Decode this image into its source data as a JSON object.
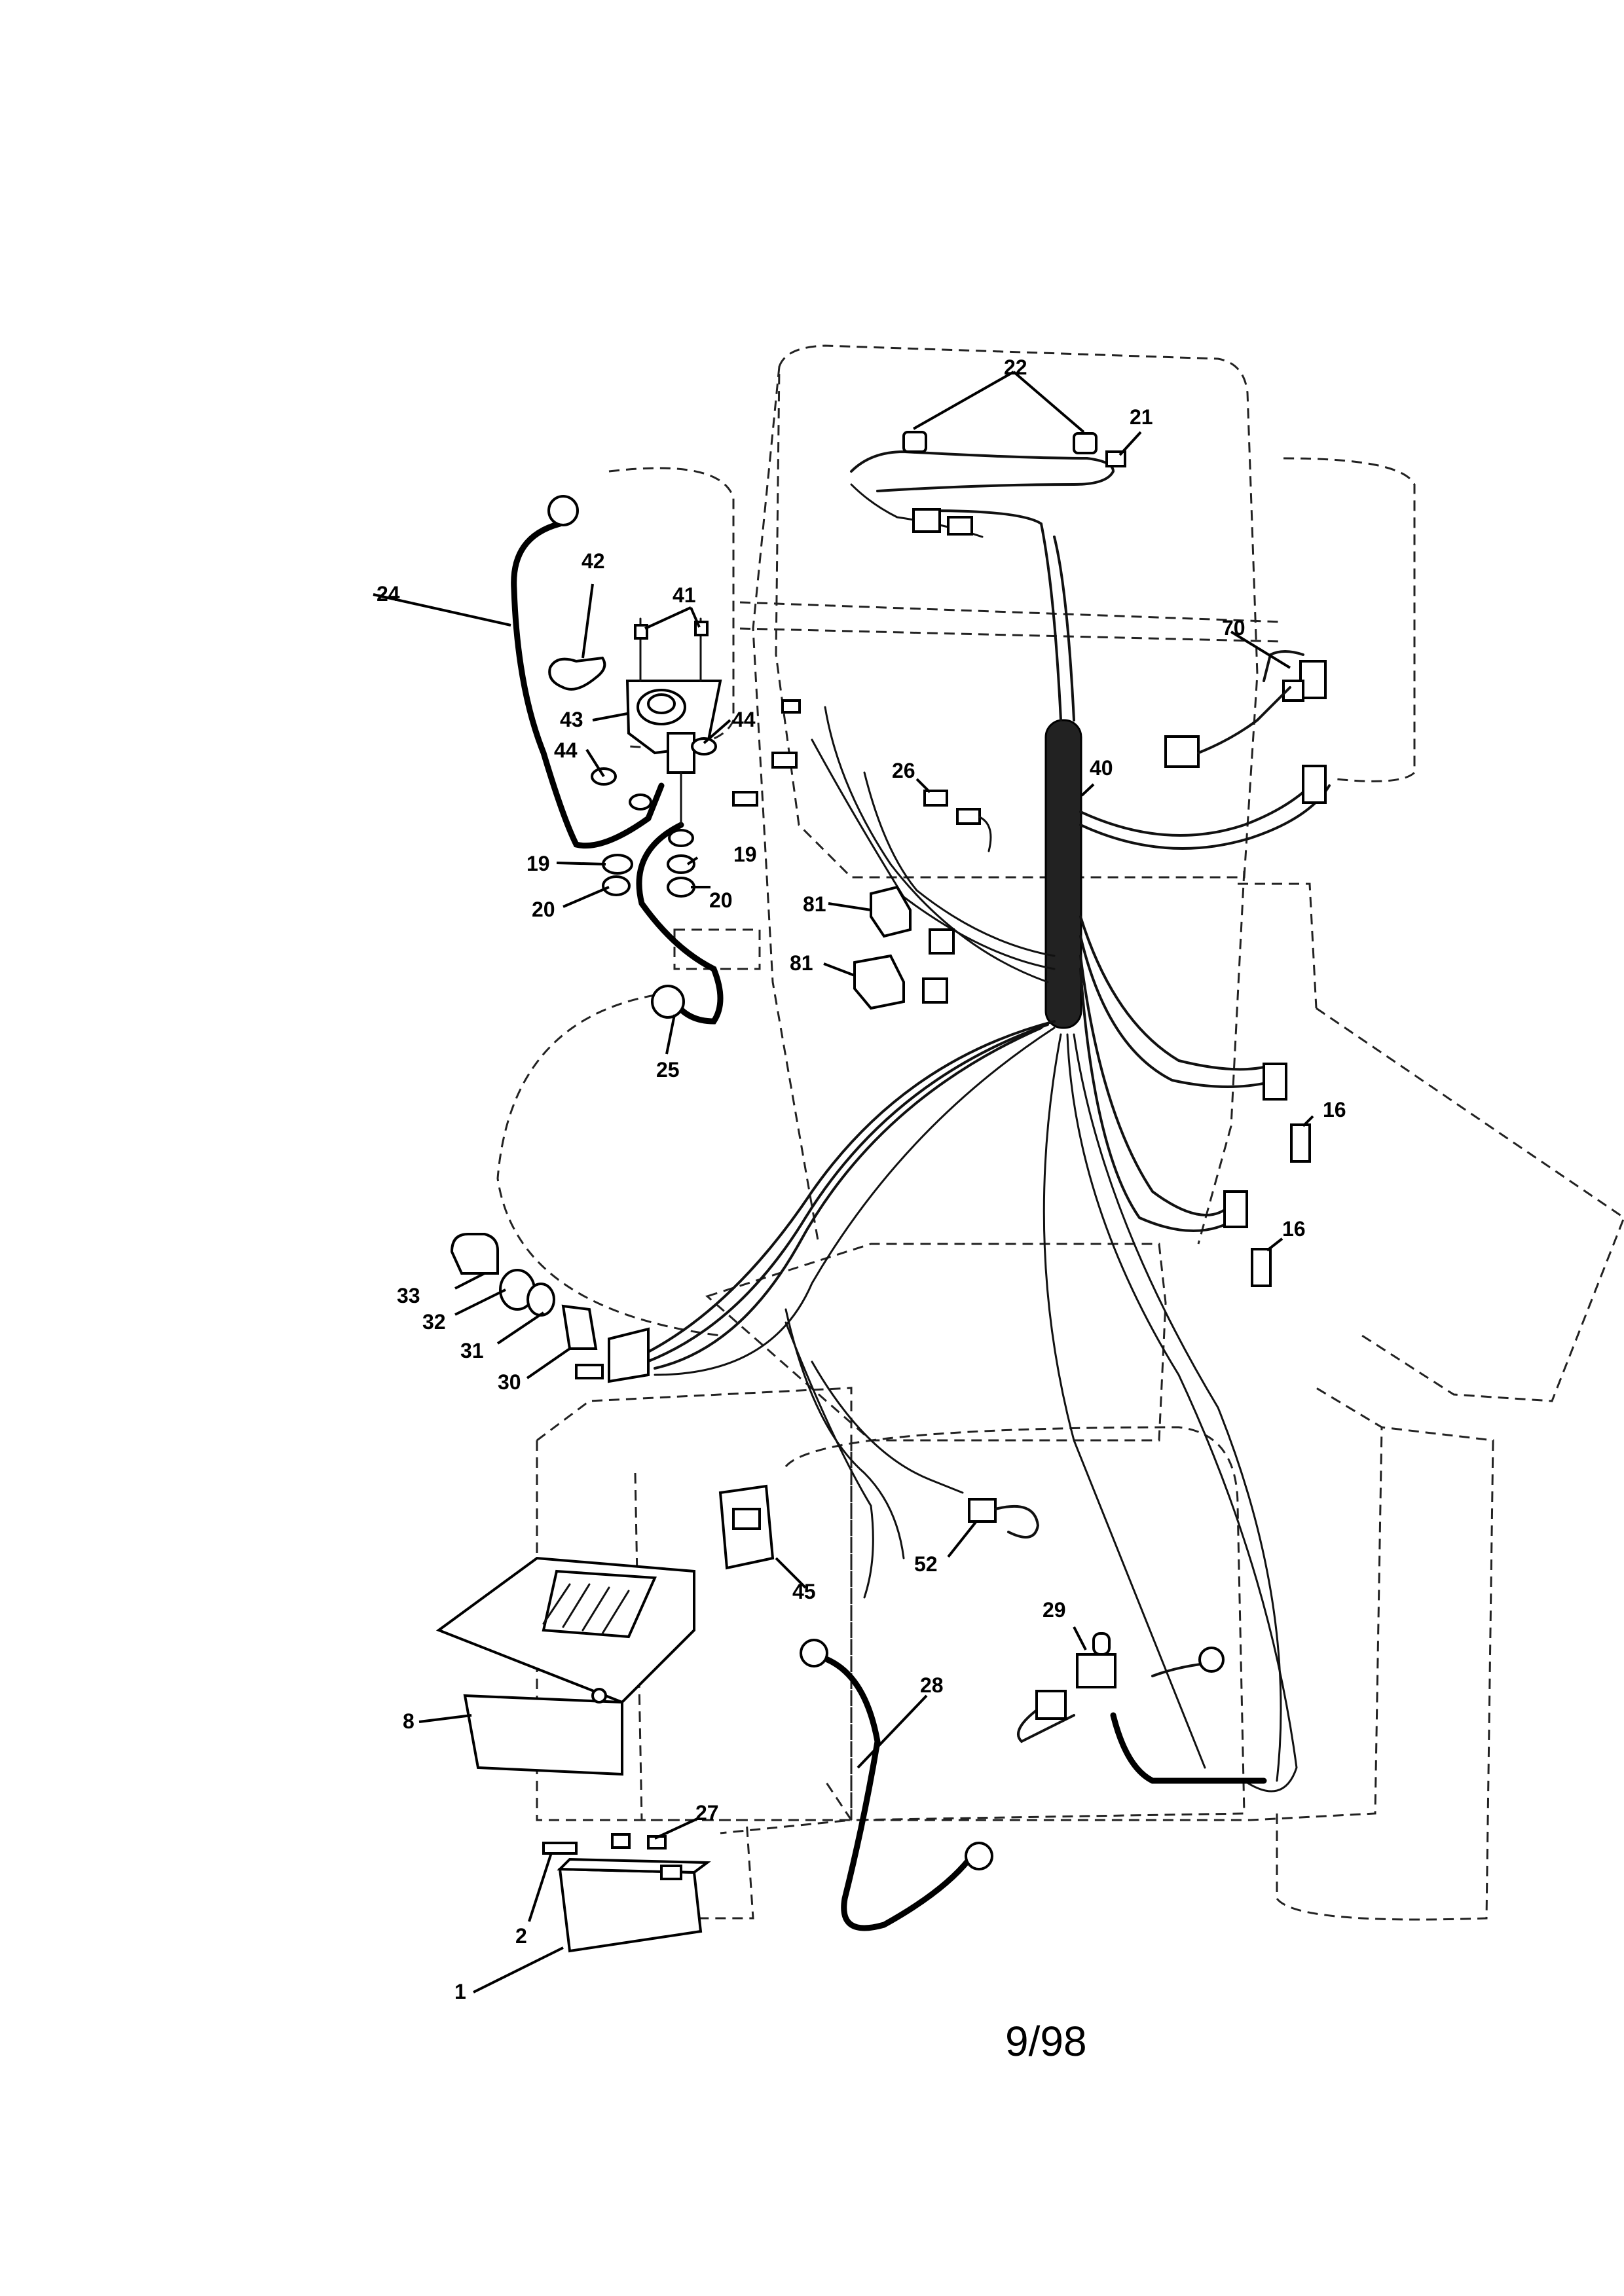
{
  "labels": {
    "p1": "1",
    "p2": "2",
    "p8": "8",
    "p16a": "16",
    "p16b": "16",
    "p19a": "19",
    "p19b": "19",
    "p20a": "20",
    "p20b": "20",
    "p21": "21",
    "p22": "22",
    "p24": "24",
    "p25": "25",
    "p26": "26",
    "p27": "27",
    "p28": "28",
    "p29": "29",
    "p30": "30",
    "p31": "31",
    "p32": "32",
    "p33": "33",
    "p40": "40",
    "p41": "41",
    "p42": "42",
    "p43": "43",
    "p44a": "44",
    "p44b": "44",
    "p45": "45",
    "p52": "52",
    "p70": "70",
    "p81a": "81",
    "p81b": "81"
  },
  "footer": {
    "date_code": "9/98"
  },
  "colors": {
    "ink": "#000000",
    "paper": "#ffffff"
  }
}
